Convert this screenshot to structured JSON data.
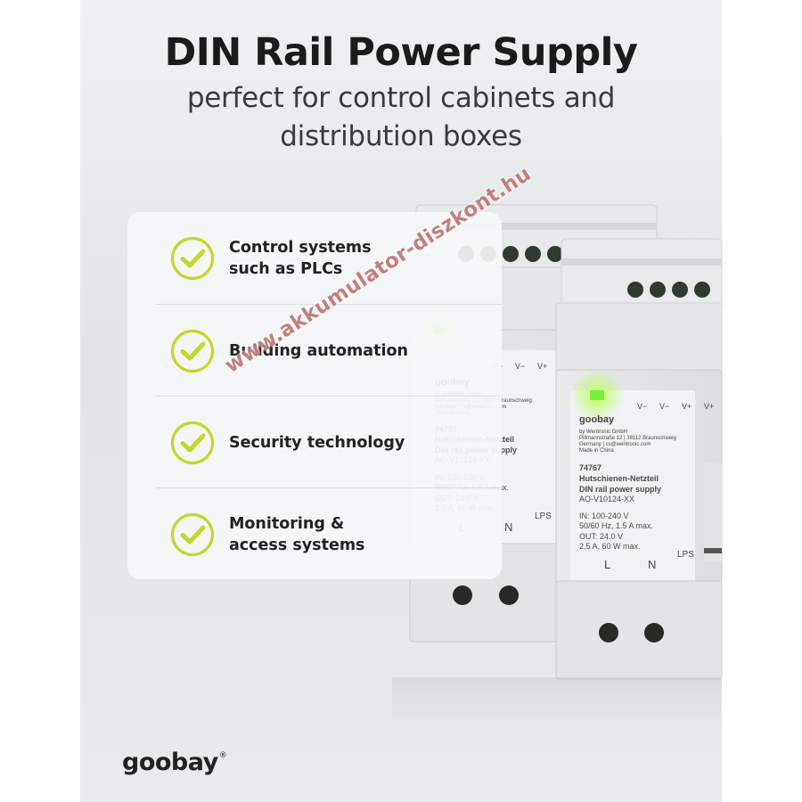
{
  "header": {
    "title": "DIN Rail Power Supply",
    "subtitle_line1": "perfect for control cabinets and",
    "subtitle_line2": "distribution boxes"
  },
  "features": [
    {
      "line1": "Control systems",
      "line2": "such as PLCs",
      "icon": "check-circle-icon"
    },
    {
      "line1": "Building automation",
      "line2": "",
      "icon": "check-circle-icon"
    },
    {
      "line1": "Security technology",
      "line2": "",
      "icon": "check-circle-icon"
    },
    {
      "line1": "Monitoring &",
      "line2": "access systems",
      "icon": "check-circle-icon"
    }
  ],
  "device_label": {
    "brand": "goobay",
    "maker_line1": "by Wentronic GmbH",
    "maker_line2": "Pillmannstraße 12 | 38112 Braunschweig",
    "maker_line3": "Germany | cs@wentronic.com",
    "maker_line4": "Made in China",
    "article": "74767",
    "name_de": "Hutschienen-Netzteil",
    "name_en": "DIN rail power supply",
    "model": "AO-V10124-XX",
    "in_line1": "IN: 100-240 V",
    "in_line2": "50/60 Hz, 1.5 A max.",
    "out_line1": "OUT: 24.0 V",
    "out_line2": "2.5 A, 60 W max.",
    "lps": "LPS",
    "terminal_l": "L",
    "terminal_n": "N",
    "terminal_v1": "V−",
    "terminal_v2": "V−",
    "terminal_v3": "V+",
    "terminal_v4": "V+"
  },
  "watermark": "www.akkumulator-diszkont.hu",
  "footer": {
    "brand": "goobay",
    "reg_mark": "®"
  },
  "colors": {
    "accent_green": "#c4d72a",
    "led_green": "#5fe03a",
    "text_dark": "#1b1b1b"
  }
}
